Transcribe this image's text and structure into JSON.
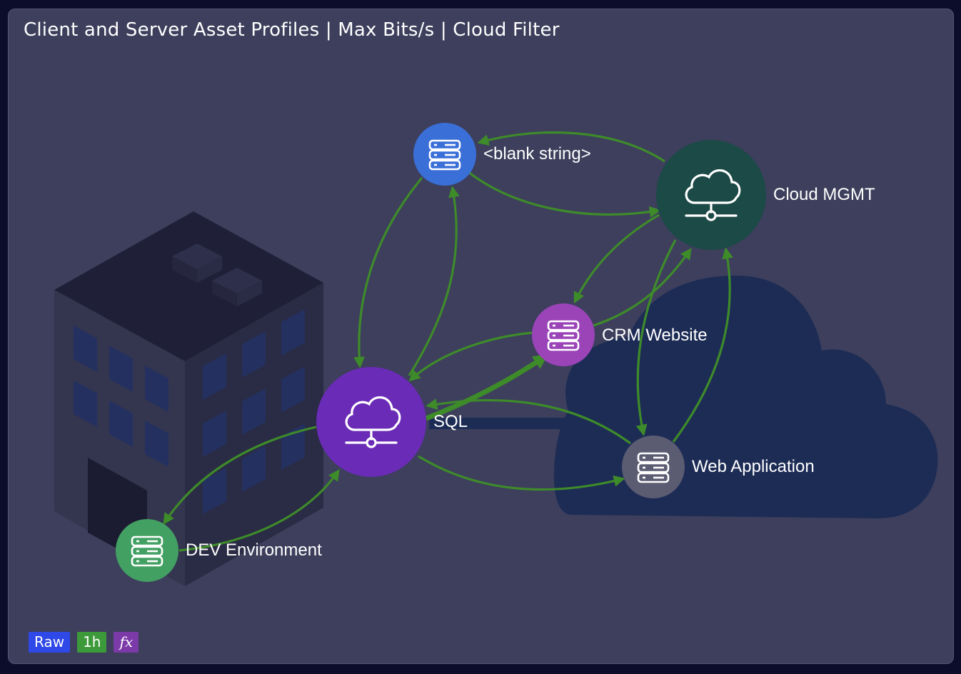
{
  "panel": {
    "title": "Client and Server Asset Profiles | Max Bits/s | Cloud Filter"
  },
  "nodes": {
    "blank": {
      "label": "<blank string>",
      "color": "#3a6fd8",
      "icon": "server-icon"
    },
    "cloud_mgmt": {
      "label": "Cloud MGMT",
      "color": "#1b4a47",
      "icon": "cloud-network-icon"
    },
    "crm": {
      "label": "CRM Website",
      "color": "#9a44b8",
      "icon": "server-icon"
    },
    "sql": {
      "label": "SQL",
      "color": "#6a2bb7",
      "icon": "cloud-network-icon"
    },
    "web_app": {
      "label": "Web Application",
      "color": "#5b5c72",
      "icon": "server-icon"
    },
    "dev": {
      "label": "DEV Environment",
      "color": "#43a063",
      "icon": "server-icon"
    }
  },
  "badges": {
    "raw": "Raw",
    "time": "1h",
    "fx": "fx"
  },
  "colors": {
    "edge": "#3e8b2a",
    "background": "#3d3f5c",
    "cloud_shape": "#1d2c55",
    "building": "#2b2c46"
  }
}
